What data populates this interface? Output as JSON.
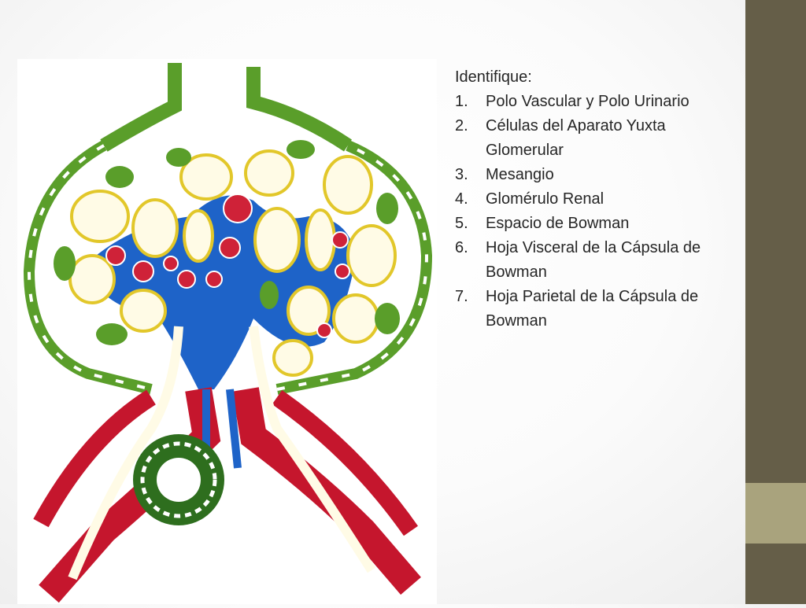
{
  "slide": {
    "heading": "Identifique:",
    "items": [
      {
        "number": "1.",
        "text": "Polo Vascular y Polo Urinario"
      },
      {
        "number": "2.",
        "text": "Células del Aparato Yuxta Glomerular"
      },
      {
        "number": "3.",
        "text": "Mesangio"
      },
      {
        "number": "4.",
        "text": "Glomérulo Renal"
      },
      {
        "number": "5.",
        "text": "Espacio de Bowman"
      },
      {
        "number": "6.",
        "text": "Hoja Visceral de la Cápsula de Bowman"
      },
      {
        "number": "7.",
        "text": "Hoja Parietal de la Cápsula de Bowman"
      }
    ]
  },
  "theme": {
    "sidebar": "#655e48",
    "band": "#a9a37d"
  }
}
